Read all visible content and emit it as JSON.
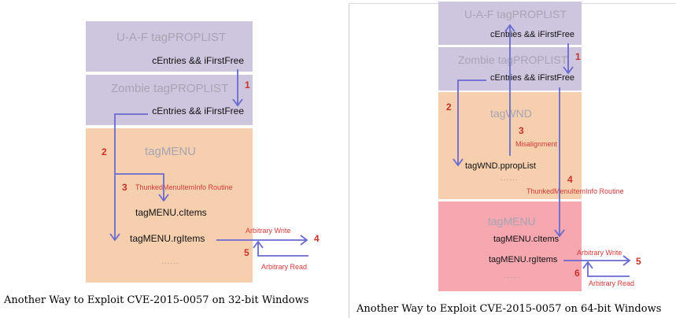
{
  "left": {
    "uaf_title": "U-A-F tagPROPLIST",
    "uaf_field": "cEntries && iFirstFree",
    "zombie_title": "Zombie tagPROPLIST",
    "zombie_field": "cEntries && iFirstFree",
    "menu_title": "tagMENU",
    "routine": "ThunkedMenuItemInfo Routine",
    "citems": "tagMENU.cItems",
    "rgitems": "tagMENU.rgItems",
    "dots": "......",
    "write": "Arbitrary Write",
    "read": "Arbitrary Read",
    "steps": [
      "1",
      "2",
      "3",
      "4",
      "5"
    ],
    "caption": "Another Way to Exploit CVE-2015-0057 on 32-bit Windows"
  },
  "right": {
    "uaf_title": "U-A-F tagPROPLIST",
    "uaf_field": "cEntries && iFirstFree",
    "zombie_title": "Zombie tagPROPLIST",
    "zombie_field": "cEntries && iFirstFree",
    "wnd_title": "tagWND",
    "misalignment": "Misalignment",
    "pproplist": "tagWND.ppropList",
    "wnd_dots": "......",
    "routine": "ThunkedMenuItemInfo Routine",
    "menu_title": "tagMENU",
    "citems": "tagMENU.cItems",
    "rgitems": "tagMENU.rgItems",
    "dots": "......",
    "write": "Arbitrary Write",
    "read": "Arbitrary Read",
    "steps": [
      "1",
      "2",
      "3",
      "4",
      "5",
      "6"
    ],
    "caption": "Another Way to Exploit CVE-2015-0057 on 64-bit Windows"
  },
  "colors": {
    "arrow": "#6a6ad0",
    "step": "#c8302a"
  }
}
